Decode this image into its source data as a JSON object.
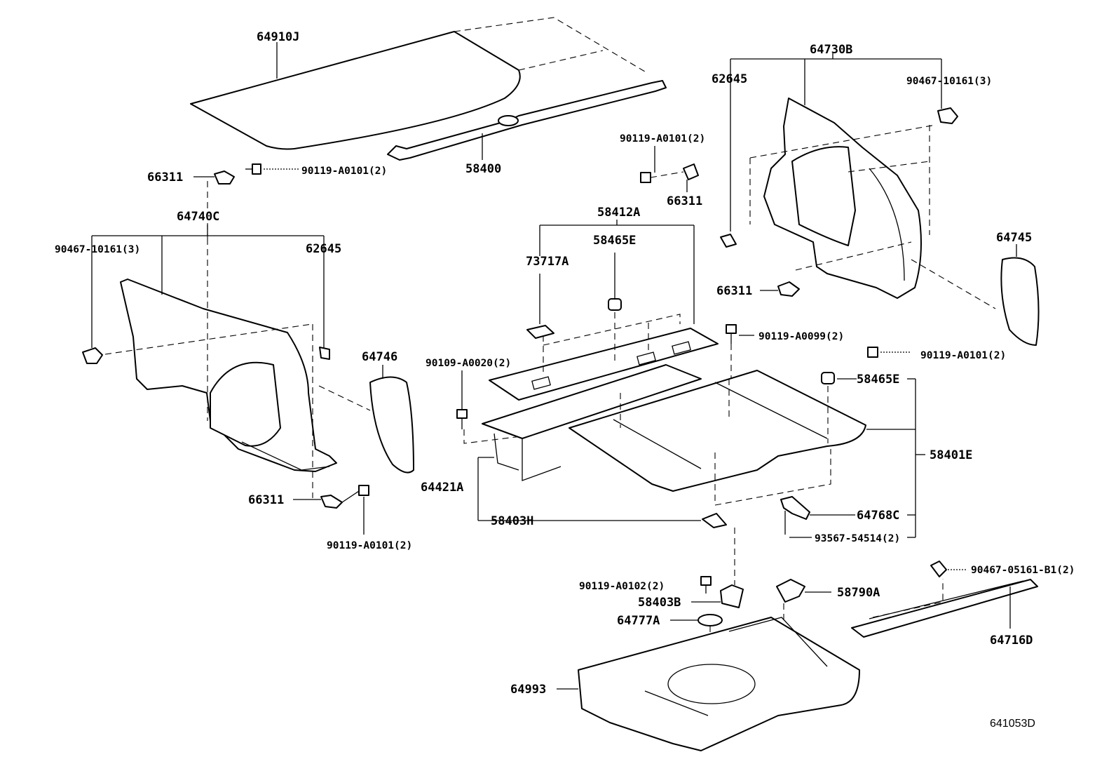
{
  "labels": {
    "p64910J": "64910J",
    "p58400": "58400",
    "p66311_tl": "66311",
    "p90119_A0101_tl": "90119-A0101(2)",
    "p64740C": "64740C",
    "p90467_10161_l": "90467-10161(3)",
    "p62645_l": "62645",
    "p64746": "64746",
    "p66311_bl": "66311",
    "p90119_A0101_bl": "90119-A0101(2)",
    "p64730B": "64730B",
    "p62645_r": "62645",
    "p90467_10161_r": "90467-10161(3)",
    "p90119_A0101_tr": "90119-A0101(2)",
    "p66311_tr": "66311",
    "p64745": "64745",
    "p66311_mr": "66311",
    "p90119_A0099": "90119-A0099(2)",
    "p90119_A0101_mr": "90119-A0101(2)",
    "p58412A": "58412A",
    "p58465E_top": "58465E",
    "p73717A": "73717A",
    "p90109_A0020": "90109-A0020(2)",
    "p58465E_r": "58465E",
    "p58401E": "58401E",
    "p64421A": "64421A",
    "p58403H": "58403H",
    "p64768C": "64768C",
    "p93567_54514": "93567-54514(2)",
    "p90119_A0102": "90119-A0102(2)",
    "p58403B": "58403B",
    "p58790A": "58790A",
    "p64777A": "64777A",
    "p90467_05161_B1": "90467-05161-B1(2)",
    "p64716D": "64716D",
    "p64993": "64993"
  },
  "diagram_code": "641053D"
}
